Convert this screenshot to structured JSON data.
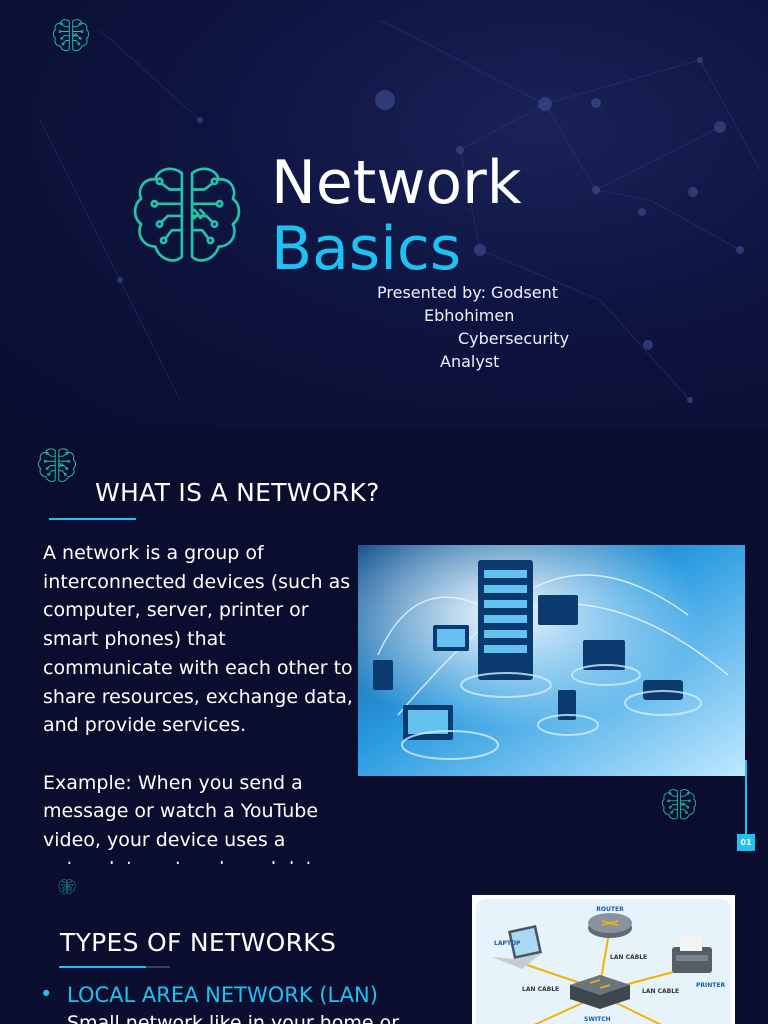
{
  "slide1": {
    "title_line1": "Network",
    "title_line2": "Basics",
    "presenter_lines": [
      "Presented by: Godsent",
      "Ebhohimen",
      "Cybersecurity",
      "Analyst"
    ]
  },
  "slide2": {
    "heading": "WHAT IS A NETWORK?",
    "paragraph1": "A network is a group of interconnected devices (such as computer, server, printer or smart phones) that communicate with each other to share resources, exchange data, and provide services.",
    "paragraph2": "Example: When you send a message or watch a YouTube video, your device uses a network to get and send data.",
    "page_number": "01"
  },
  "slide3": {
    "heading": "TYPES OF NETWORKS",
    "bullet_title": "LOCAL AREA NETWORK (LAN)",
    "bullet_sub": "Small network like in your home or",
    "diagram_labels": {
      "router": "ROUTER",
      "laptop": "LAPTOP",
      "lan_cable_1": "LAN CABLE",
      "lan_cable_2": "LAN CABLE",
      "lan_cable_3": "LAN CABLE",
      "printer": "PRINTER",
      "switch": "SWITCH"
    }
  },
  "colors": {
    "accent": "#1ec2f0",
    "background": "#0b0d2e",
    "brain_icon": "#20c6a8"
  },
  "icons": [
    "brain-circuit-icon"
  ]
}
